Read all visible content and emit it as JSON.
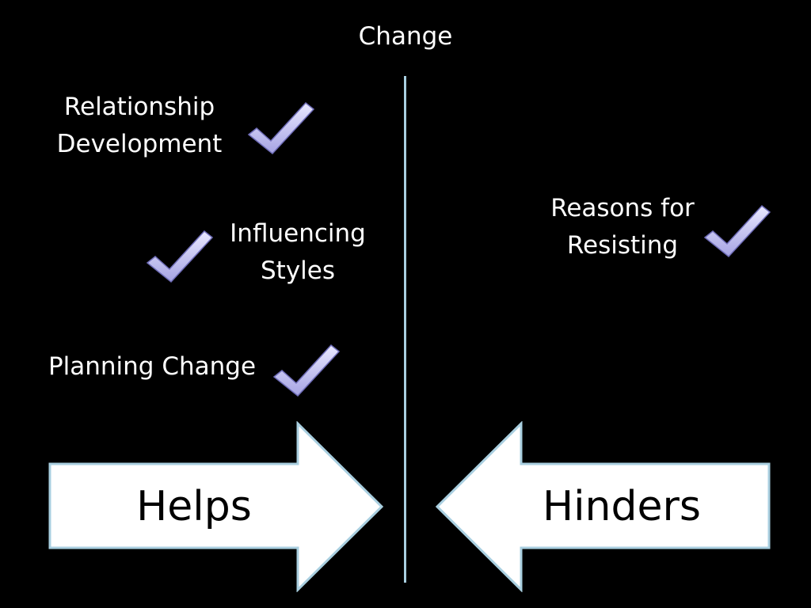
{
  "slide": {
    "title": "Change",
    "helps_items": [
      {
        "line1": "Relationship",
        "line2": "Development"
      },
      {
        "line1": "Influencing",
        "line2": "Styles"
      },
      {
        "line1": "Planning Change",
        "line2": ""
      }
    ],
    "hinders_items": [
      {
        "line1": "Reasons for",
        "line2": "Resisting"
      }
    ],
    "arrow_left_label": "Helps",
    "arrow_right_label": "Hinders"
  },
  "colors": {
    "background": "#000000",
    "text": "#ffffff",
    "divider": "#a9cfe0",
    "checkmark": "#c9c8f2",
    "arrow_fill": "#ffffff",
    "arrow_outline": "#a9cfe0",
    "arrow_text": "#000000"
  },
  "icons": {
    "check": "checkmark-icon"
  }
}
